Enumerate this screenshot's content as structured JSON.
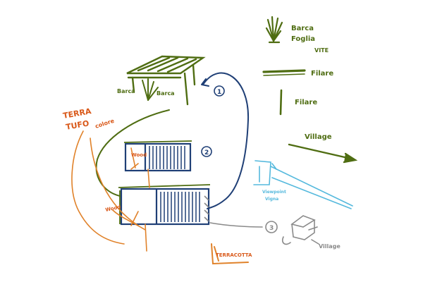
{
  "colors": {
    "green": "#4f6d12",
    "orange": "#e0822a",
    "orange_dark": "#d9591a",
    "navy": "#1f3f76",
    "blue": "#2b5aa0",
    "cyan": "#55b9dd",
    "gray": "#8a8a8a"
  },
  "legend": {
    "plant_label_1": "Barca",
    "plant_label_2": "Foglia",
    "plant_label_3": "VITE",
    "thick_line_label": "Filare",
    "thin_line_label": "Filare",
    "arrow_label": "Village"
  },
  "sketch": {
    "pergola_left": "Barca",
    "pergola_right": "Barca",
    "terra_1": "TERRA",
    "terra_2": "TUFO",
    "terra_note": "colore",
    "wood_1": "Wood",
    "wood_2": "Wood",
    "marker_1": "1",
    "marker_2": "2",
    "marker_3": "3",
    "cyan_1": "Viewpoint",
    "cyan_2": "Vigna",
    "village": "Village",
    "terracotta": "TERRACOTTA"
  }
}
